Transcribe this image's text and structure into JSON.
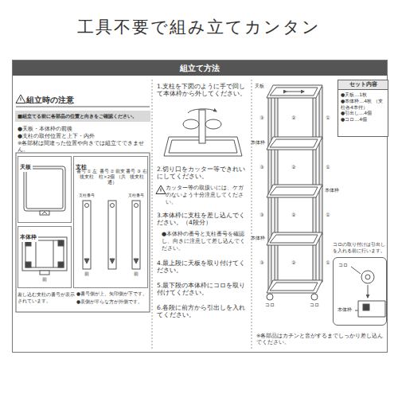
{
  "diagram": {
    "title": "工具不要で組み立てカンタン",
    "nodes": [
      {
        "text": [
          "組立て方法"
        ]
      },
      {
        "text": [
          "■組立てる前に各部品の位置と向きをご確認ください。"
        ],
        "in": 0
      },
      {
        "text": [
          "天板"
        ],
        "in": 0
      },
      {
        "text": [
          "支柱"
        ],
        "in": 0
      },
      {
        "text": [
          "本体枠"
        ],
        "in": 0
      },
      {
        "text": [
          "セット内容",
          "●天板…1枚",
          "●本体枠…4枚 （支柱各4本付）",
          "●引出し…4個",
          "●コロ…4個"
        ],
        "in": 0
      },
      {
        "text": [
          "コロ",
          "本体枠"
        ],
        "in": 0
      }
    ],
    "labels": [
      "組立時の注意",
      "●天板・本体枠の前後",
      "●支柱の取付位置と上下・内外",
      "※各部材は間違った位置や向きでは組立てできません。",
      "番号 ① 左後支柱",
      "番号 ② 前支柱×2個 （共通）",
      "番号 ③ 右後支柱",
      "支柱番号",
      "支柱番号",
      "前",
      "前",
      "前",
      "差し込む支柱の番号が表示されています。",
      "●番号側が上、矢印側が下です。",
      "●表側が平らな方が外側です。",
      "1.支柱を下図のように手で回して本体枠から外してください。",
      "2.切り口をカッター等できれいにしてください。",
      "カッター等の取扱いには、ケガのないよう十分注意してください。",
      "3.本体枠に支柱を差し込んでください。（4段分）",
      "●本体枠の番号と支柱番号を確認し、向きに注意して差し込んでください。",
      "4.最上段に天板を取り付けてください。",
      "5.最下段の本体枠にコロを取り付けてください。",
      "6.各段に前方から引出しを入れてください。",
      "天板",
      "③",
      "②",
      "①",
      "③",
      "②",
      "①",
      "③",
      "②",
      "①",
      "③",
      "②",
      "①",
      "本体枠",
      "本体枠",
      "本体枠",
      "コロ",
      "コロ",
      "コロの取り付けは引出しを入れる前に行います。",
      "※各部品はカチンと音がするまでしっかり差し込んでください。"
    ]
  }
}
